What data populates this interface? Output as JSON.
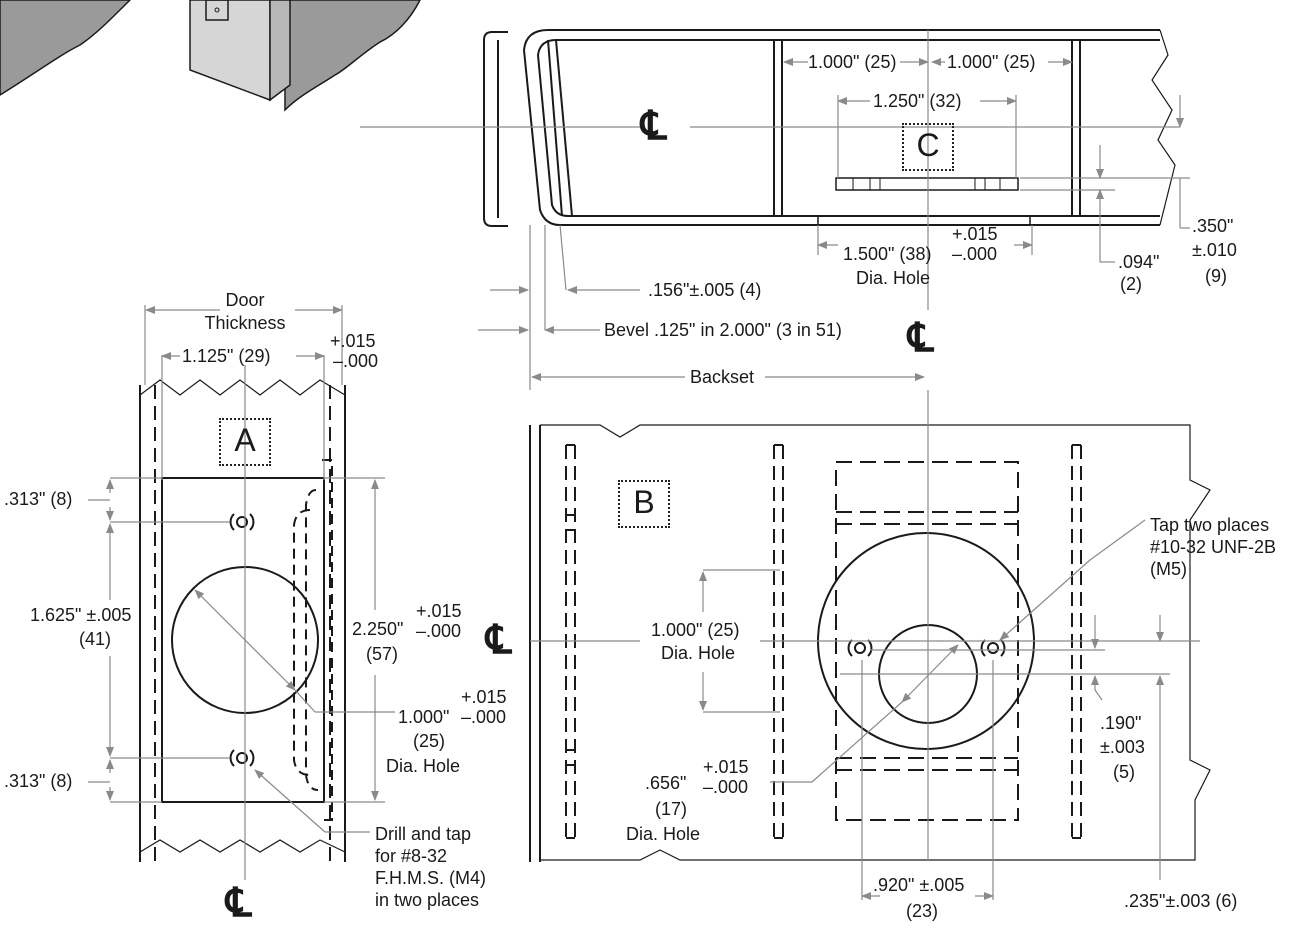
{
  "labels": {
    "detail_a": "A",
    "detail_b": "B",
    "detail_c": "C",
    "centerline_symbol": "℄",
    "door_thickness_1": "Door",
    "door_thickness_2": "Thickness",
    "dim_1125": "1.125\" (29)",
    "tol_plus_015": "+.015",
    "tol_minus_000": "–.000",
    "dim_313_top": ".313\" (8)",
    "dim_313_bottom": ".313\" (8)",
    "dim_1625_1": "1.625\" ±.005",
    "dim_1625_2": "(41)",
    "dim_2250": "2.250\"",
    "dim_2250_mm": "(57)",
    "dim_1000_a": "1.000\"",
    "dim_1000_a_mm": "(25)",
    "dia_hole": "Dia. Hole",
    "drill_1": "Drill and tap",
    "drill_2": "for #8-32",
    "drill_3": "F.H.M.S. (M4)",
    "drill_4": "in two places",
    "dim_1000_25_left": "1.000\" (25)",
    "dim_1000_25_right": "1.000\" (25)",
    "dim_1250": "1.250\" (32)",
    "dim_1500": "1.500\" (38)",
    "dim_156": ".156\"±.005 (4)",
    "bevel": "Bevel .125\" in 2.000\" (3 in 51)",
    "backset": "Backset",
    "dim_094": ".094\"",
    "dim_094_mm": "(2)",
    "dim_350": ".350\"",
    "dim_350_tol": "±.010",
    "dim_350_mm": "(9)",
    "tap_1": "Tap two places",
    "tap_2": "#10-32 UNF-2B",
    "tap_3": "(M5)",
    "dim_1000_b": "1.000\" (25)",
    "dim_656": ".656\"",
    "dim_656_mm": "(17)",
    "dim_190": ".190\"",
    "dim_190_tol": "±.003",
    "dim_190_mm": "(5)",
    "dim_920": ".920\" ±.005",
    "dim_920_mm": "(23)",
    "dim_235": ".235\"±.003 (6)"
  },
  "colors": {
    "line": "#1a1a1a",
    "dim_line": "#8a8a8a",
    "wall_fill": "#9a9a9a",
    "panel_fill": "#d6d6d6"
  }
}
